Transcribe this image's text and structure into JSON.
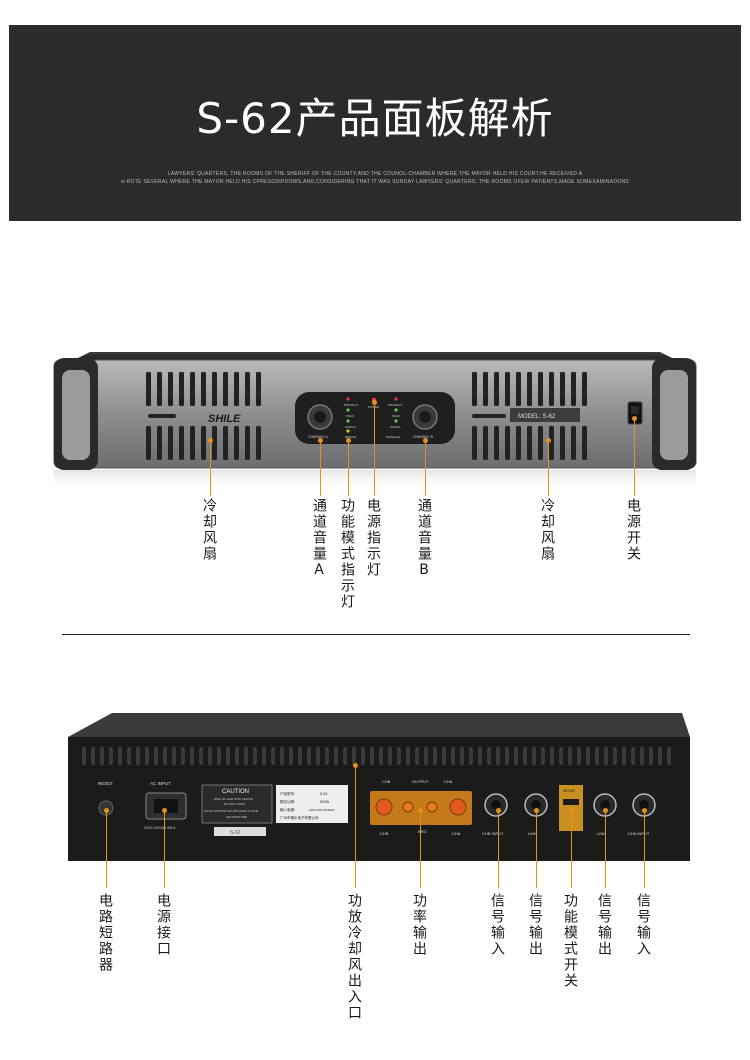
{
  "banner": {
    "title": "S-62产品面板解析",
    "sub_line1": "LAWYERS'  QUARTERS, THE ROOMS OF THE SHERIFF OF THE COUNTY,AND THE COUNOL-CHAMBER WHERE THE MAYOR HELD HIS COURT.HE RECEIVED A",
    "sub_line2": "w ROTE SEVERAL WHERE THE MAYOR HELD HIS CPRESCRIPDOWS,AND,CONSIDERING THAT IT WAS SUNDAY LAWYERS'  QUARTERS, THE ROOMS OFEW PATIENTS,MADE SOMEXAMINADONS"
  },
  "front_panel": {
    "brand": "SHILE",
    "model": "MODEL: S-62",
    "knob_a": "CHANNEL A",
    "knob_b": "CHANNEL B",
    "ind_left": [
      "PROTECT",
      "PEAK",
      "SIGNAL",
      "BRIDGE"
    ],
    "ind_center": "POWER",
    "ind_right": [
      "PROTECT",
      "PEAK",
      "SIGNAL",
      "PARALLEL"
    ]
  },
  "front_labels": {
    "fan_left": "冷却风扇",
    "channel_a": "通道音量A",
    "mode_light": "功能模式指示灯",
    "power_light": "电源指示灯",
    "channel_b": "通道音量B",
    "fan_right": "冷却风扇",
    "power_switch": "电源开关"
  },
  "rear_panel": {
    "reset": "RESET",
    "ac_input": "AC INPUT",
    "voltage": "200V-240V/50-60Hz",
    "caution": "CAUTION",
    "caution_l1": "RISK OF ELECTRIC SHOCK",
    "caution_l2": "DO NOT OPEN",
    "caution_l3": "DO NOT EXPOSE THIS APPLIANCE TO RAIN",
    "caution_l4": "OR MOISTURE",
    "spec_model_label": "产品型号:",
    "spec_model": "S-62",
    "spec_power_label": "额定功率:",
    "spec_power": "500W",
    "spec_supply_label": "输入电源:",
    "spec_supply": "~200-240V 50/60Hz",
    "maker": "广州市佛乐电子有限公司",
    "serial": "S-62",
    "output": "OUTPUT",
    "chb": "CHB",
    "cha": "CHA",
    "brg": "BRG",
    "chb_input": "CHB INPUT",
    "link": "LINK",
    "mode": "MODE",
    "cha_input": "CHA INPUT"
  },
  "rear_labels": {
    "breaker": "电路短路器",
    "power_port": "电源接口",
    "vent": "功放冷却风出入口",
    "power_out": "功率输出",
    "sig_in_b": "信号输入",
    "sig_out_b": "信号输出",
    "mode_switch": "功能模式开关",
    "sig_out_a": "信号输出",
    "sig_in_a": "信号输入"
  },
  "colors": {
    "banner_bg": "#2b2b2b",
    "accent": "#e8901c",
    "panel_grey": "#8e8f91",
    "rear_black": "#1b1b1b"
  }
}
